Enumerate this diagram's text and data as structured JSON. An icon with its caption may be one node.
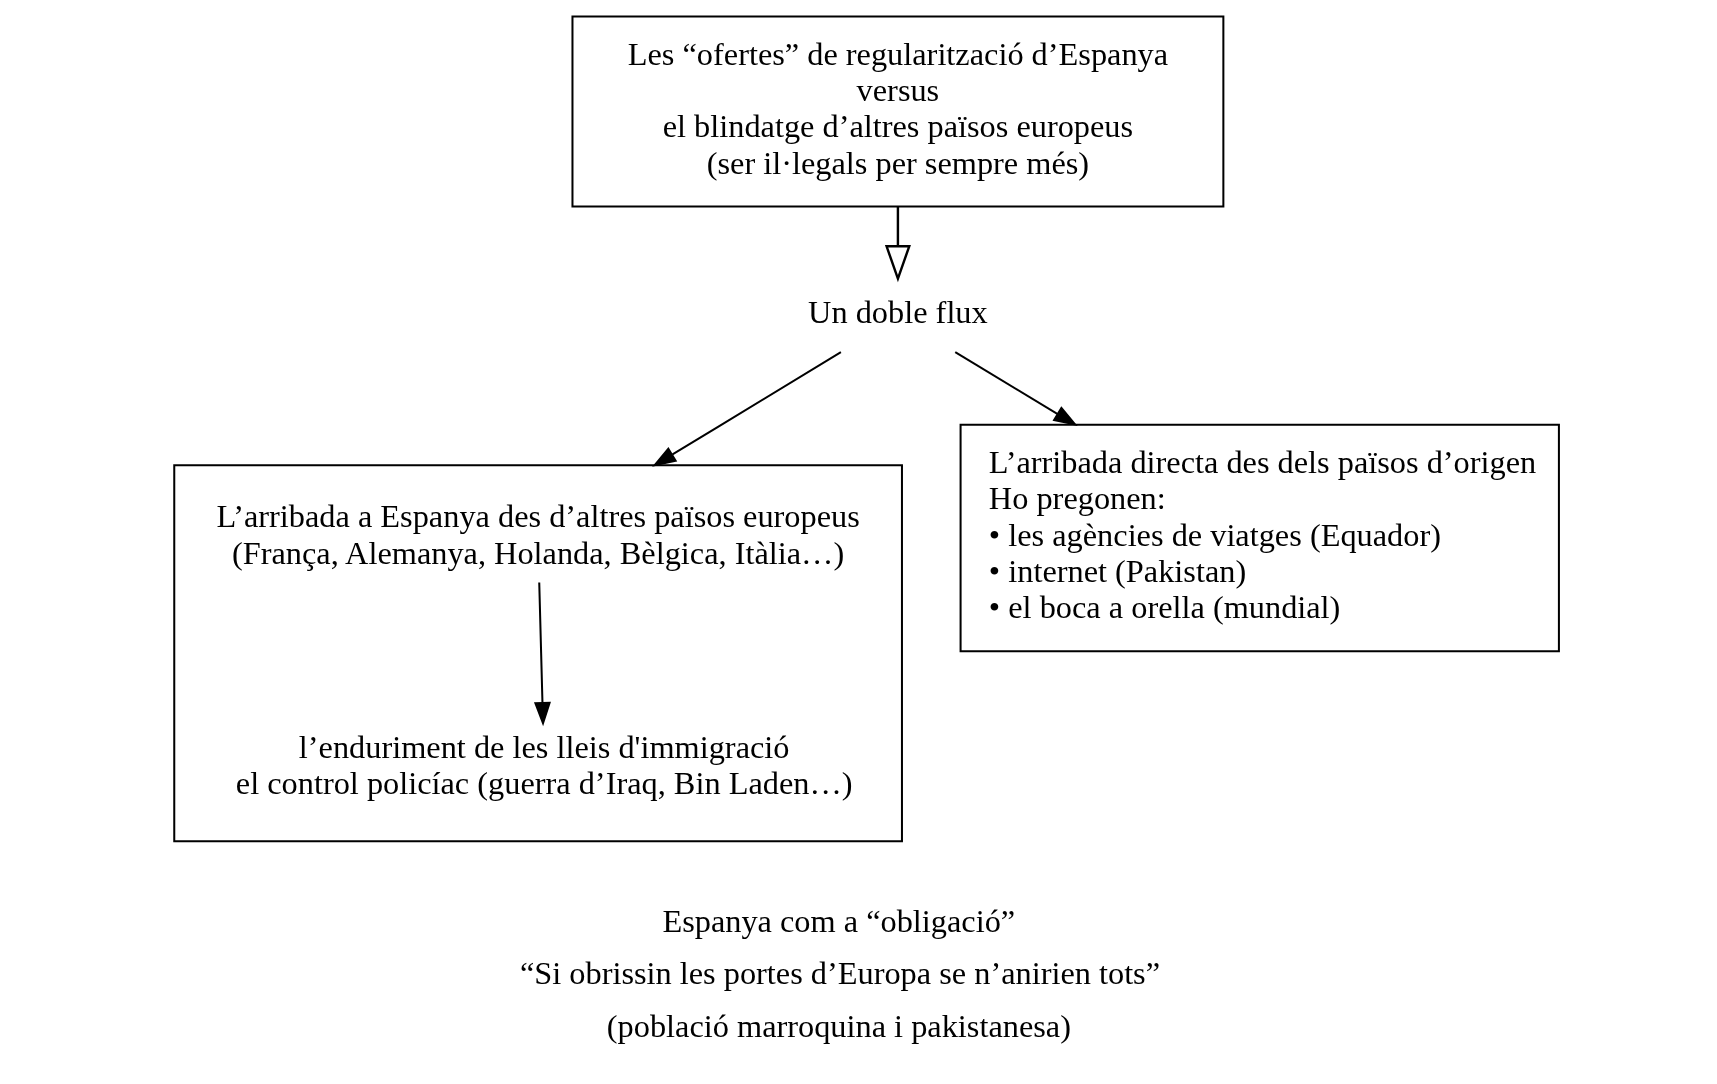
{
  "diagram": {
    "nodes": [
      {
        "text": [
          "Les “ofertes” de regularització d’Espanya",
          "versus",
          "el blindatge d’altres països europeus",
          "(ser il·legals per sempre més)"
        ]
      },
      {
        "text": [
          "Un doble flux"
        ]
      },
      {
        "text": [
          "L’arribada directa des dels països d’origen",
          "Ho pregonen:",
          "• les agències de viatges (Equador)",
          "• internet (Pakistan)",
          "• el boca a orella (mundial)"
        ]
      },
      {
        "text": [],
        "shape": "box"
      },
      {
        "text": [
          "L’arribada a Espanya des d’altres països europeus (França, Alemanya, Holanda, Bèlgica, Itàlia…)"
        ],
        "in": 3
      },
      {
        "text": [
          "l’enduriment de les lleis d'immigració",
          "el control policíac (guerra d’Iraq, Bin Laden…)"
        ],
        "in": 3
      }
    ],
    "edges": [
      {
        "from": 0,
        "to": 1,
        "arrow": "to"
      },
      {
        "from": 1,
        "to": 2,
        "arrow": "to"
      },
      {
        "from": 1,
        "to": 3,
        "arrow": "to"
      },
      {
        "from": 4,
        "to": 5,
        "arrow": "to"
      }
    ],
    "labels": [
      "Espanya com a “obligació”",
      "“Si obrissin les portes d’Europa se n’anirien tots”",
      "(població marroquina i pakistanesa)"
    ]
  }
}
